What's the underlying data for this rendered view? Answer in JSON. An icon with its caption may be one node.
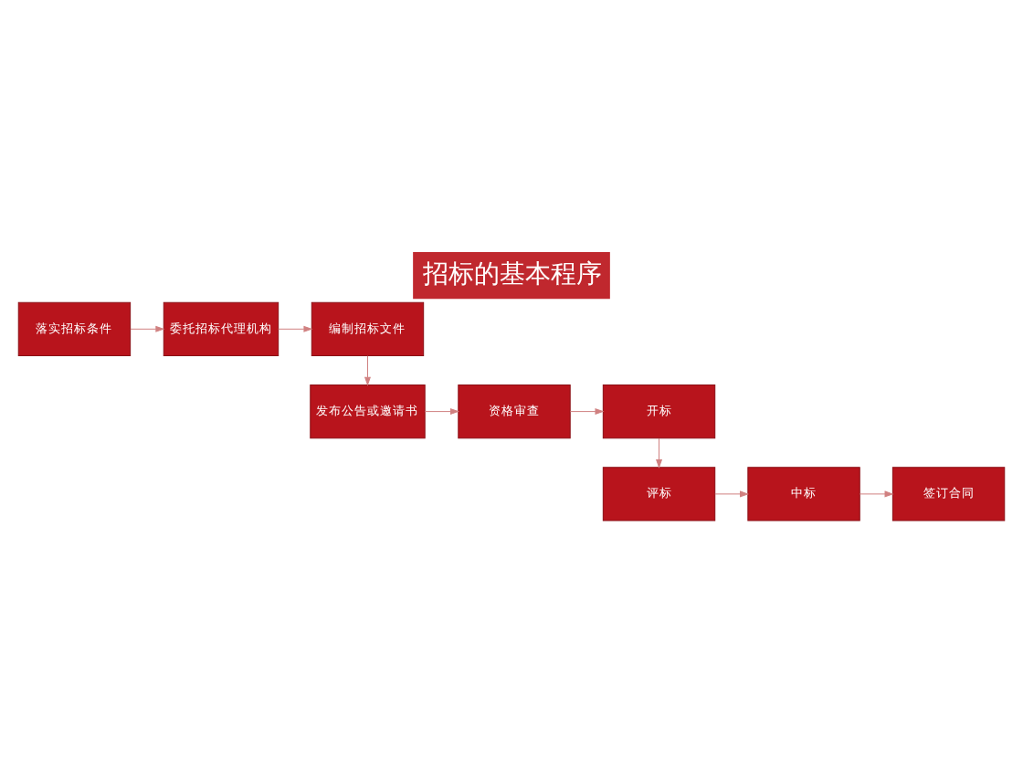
{
  "diagram": {
    "title": "招标的基本程序",
    "nodes": [
      {
        "text": [
          "落实招标条件"
        ]
      },
      {
        "text": [
          "委托招标代理机构"
        ]
      },
      {
        "text": [
          "编制招标文件"
        ]
      },
      {
        "text": [
          "发布公告或邀请书"
        ]
      },
      {
        "text": [
          "资格审查"
        ]
      },
      {
        "text": [
          "开标"
        ]
      },
      {
        "text": [
          "评标"
        ]
      },
      {
        "text": [
          "中标"
        ]
      },
      {
        "text": [
          "签订合同"
        ]
      }
    ],
    "edges": [
      {
        "from": 0,
        "to": 1,
        "arrow": "to"
      },
      {
        "from": 1,
        "to": 2,
        "arrow": "to"
      },
      {
        "from": 2,
        "to": 3,
        "arrow": "to"
      },
      {
        "from": 3,
        "to": 4,
        "arrow": "to"
      },
      {
        "from": 4,
        "to": 5,
        "arrow": "to"
      },
      {
        "from": 5,
        "to": 6,
        "arrow": "to"
      },
      {
        "from": 6,
        "to": 7,
        "arrow": "to"
      },
      {
        "from": 7,
        "to": 8,
        "arrow": "to"
      }
    ]
  }
}
